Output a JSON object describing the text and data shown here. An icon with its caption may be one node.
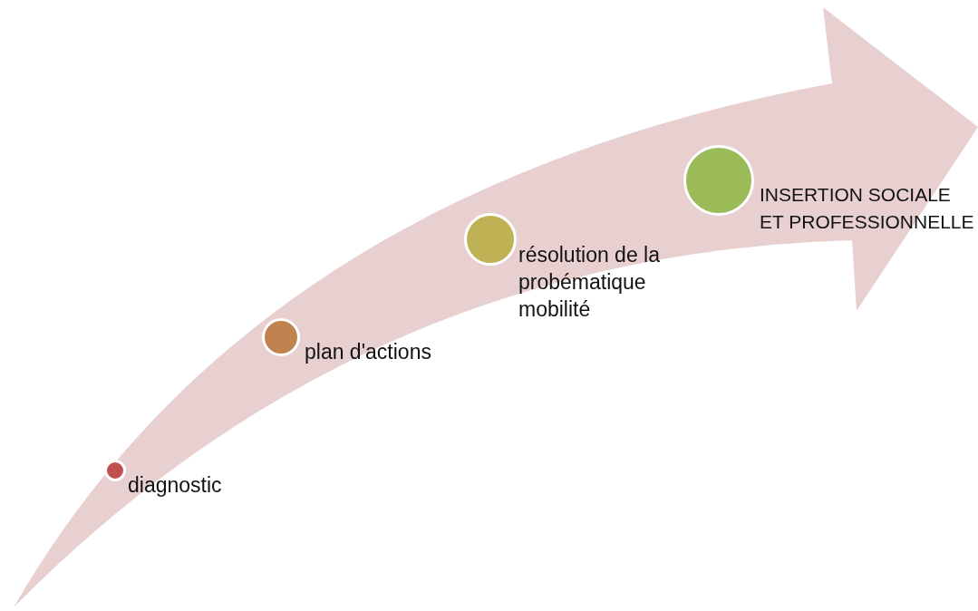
{
  "diagram": {
    "nodes": [
      {
        "text": [],
        "shape": "circle",
        "beside": [
          "diagnostic"
        ]
      },
      {
        "text": [],
        "shape": "circle",
        "beside": [
          "plan d'actions"
        ]
      },
      {
        "text": [],
        "shape": "circle",
        "beside": [
          "résolution de la probématique mobilité"
        ]
      },
      {
        "text": [],
        "shape": "circle",
        "beside": [
          "INSERTION SOCIALE ET PROFESSIONNELLE"
        ]
      }
    ]
  }
}
